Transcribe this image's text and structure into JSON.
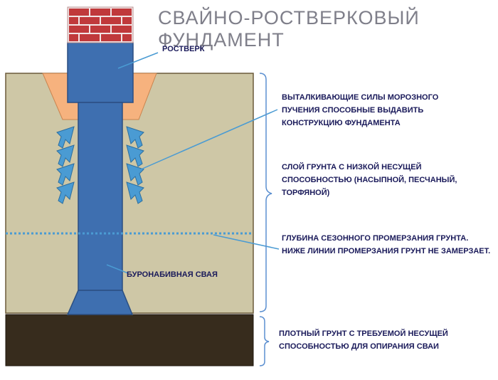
{
  "title": "СВАЙНО-РОСТВЕРКОВЫЙ ФУНДАМЕНТ",
  "labels": {
    "rostverk": "РОСТВЕРК",
    "pile": "БУРОНАБИВНАЯ СВАЯ",
    "frost_forces": "ВЫТАЛКИВАЮЩИЕ СИЛЫ МОРОЗНОГО ПУЧЕНИЯ СПОСОБНЫЕ ВЫДАВИТЬ КОНСТРУКЦИЮ ФУНДАМЕНТА",
    "weak_soil": "СЛОЙ ГРУНТА С НИЗКОЙ НЕСУЩЕЙ СПОСОБНОСТЬЮ (НАСЫПНОЙ, ПЕСЧАНЫЙ, ТОРФЯНОЙ)",
    "freeze_depth": "ГЛУБИНА СЕЗОННОГО ПРОМЕРЗАНИЯ ГРУНТА. НИЖЕ ЛИНИИ ПРОМЕРЗАНИЯ ГРУНТ НЕ ЗАМЕРЗАЕТ.",
    "dense_soil": "ПЛОТНЫЙ ГРУНТ С ТРЕБУЕМОЙ НЕСУЩЕЙ СПОСОБНОСТЬЮ ДЛЯ ОПИРАНИЯ СВАИ"
  },
  "colors": {
    "brick": "#c0393b",
    "mortar": "#f2e6e6",
    "pile_blue": "#3e6fb0",
    "pile_dark": "#2b4f82",
    "weak_soil": "#cec7a6",
    "dense_soil": "#372c1d",
    "cone": "#f6b27e",
    "arrow_blue": "#4a9bd3",
    "freeze_line": "#4a9bd3",
    "text": "#1a1a5a",
    "title": "#7f7f8a",
    "brace": "#5b8fd0"
  },
  "icons": {
    "brick": "brick-wall",
    "arrow": "arrow-up-icon"
  }
}
